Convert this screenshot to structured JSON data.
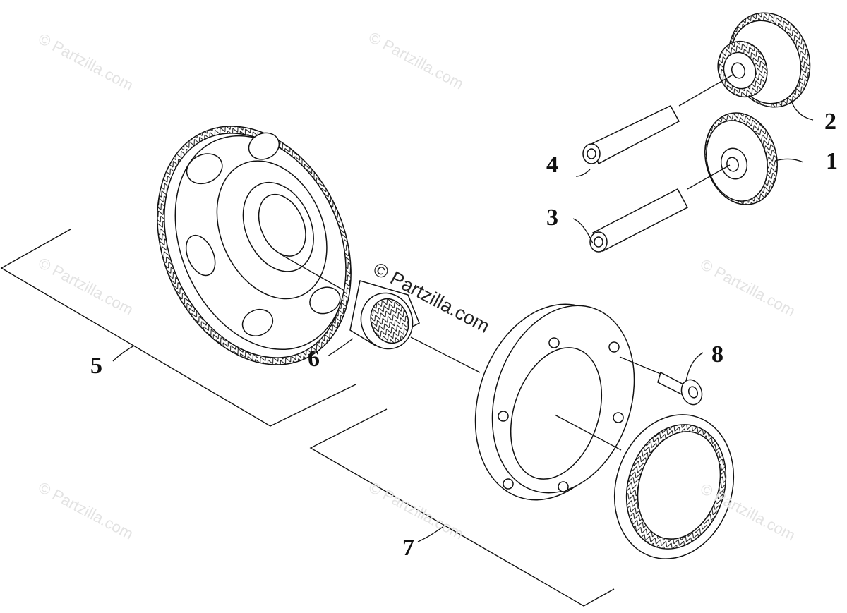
{
  "watermark": "© Partzilla.com",
  "watermark_center": "© Partzilla.com",
  "callouts": [
    {
      "id": "1",
      "label": "1"
    },
    {
      "id": "2",
      "label": "2"
    },
    {
      "id": "3",
      "label": "3"
    },
    {
      "id": "4",
      "label": "4"
    },
    {
      "id": "5",
      "label": "5"
    },
    {
      "id": "6",
      "label": "6"
    },
    {
      "id": "7",
      "label": "7"
    },
    {
      "id": "8",
      "label": "8"
    }
  ],
  "colors": {
    "line": "#111111",
    "watermark": "#e3e3e3",
    "background": "#ffffff"
  }
}
